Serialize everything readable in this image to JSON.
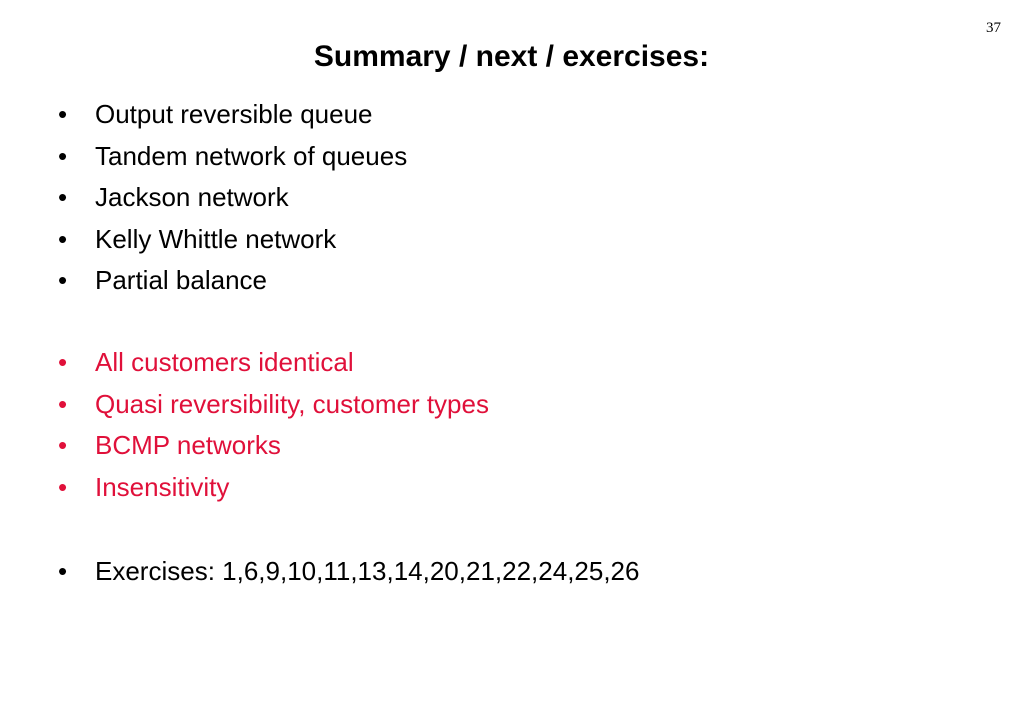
{
  "slide": {
    "page_number": "37",
    "title": "Summary / next / exercises:",
    "bullet_symbol": "•",
    "colors": {
      "text": "#000000",
      "highlight": "#e0103a",
      "background": "#ffffff"
    },
    "groups": [
      {
        "color": "black",
        "items": [
          "Output reversible queue",
          "Tandem network of queues",
          "Jackson network",
          "Kelly Whittle network",
          "Partial balance"
        ]
      },
      {
        "color": "red",
        "items": [
          "All customers identical",
          "Quasi reversibility, customer types",
          "BCMP networks",
          "Insensitivity"
        ]
      },
      {
        "color": "black",
        "items": [
          "Exercises: 1,6,9,10,11,13,14,20,21,22,24,25,26"
        ]
      }
    ]
  }
}
